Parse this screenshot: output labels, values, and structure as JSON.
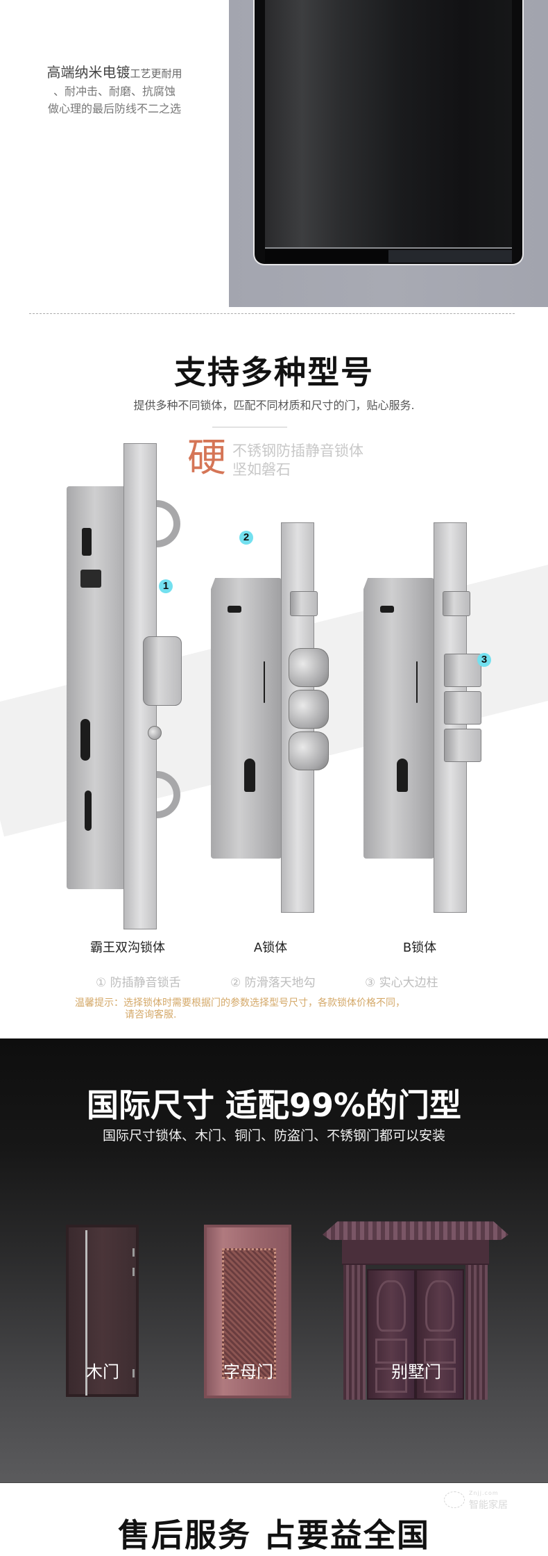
{
  "plating": {
    "headline": "高端纳米电镀",
    "line1_suffix": "工艺更耐用",
    "line2": "、耐冲击、耐磨、抗腐蚀",
    "line3": "做心理的最后防线不二之选"
  },
  "models": {
    "title": "支持多种型号",
    "subtitle": "提供多种不同锁体，匹配不同材质和尺寸的门，贴心服务.",
    "hard_char": "硬",
    "hard_line1": "不锈钢防插静音锁体",
    "hard_line2": "坚如磐石",
    "locks": [
      {
        "label": "霸王双沟锁体",
        "badge": "1"
      },
      {
        "label": "A锁体",
        "badge": "2"
      },
      {
        "label": "B锁体",
        "badge": "3"
      }
    ],
    "features": [
      "① 防插静音锁舌",
      "② 防滑落天地勾",
      "③ 实心大边柱"
    ],
    "tip_line1": "温馨提示：选择锁体时需要根据门的参数选择型号尺寸，各款锁体价格不同，",
    "tip_line2": "请咨询客服.",
    "colors": {
      "accent": "#d57556",
      "tip": "#d4a868",
      "badge": "#73e0ef"
    }
  },
  "doors": {
    "title": "国际尺寸 适配99%的门型",
    "subtitle": "国际尺寸锁体、木门、铜门、防盗门、不锈钢门都可以安装",
    "items": [
      {
        "label": "木门"
      },
      {
        "label": "字母门"
      },
      {
        "label": "别墅门"
      }
    ]
  },
  "watermark": {
    "top": "Znjj.com",
    "main": "智能家居"
  },
  "after_sales": {
    "title": "售后服务 占要益全国"
  }
}
